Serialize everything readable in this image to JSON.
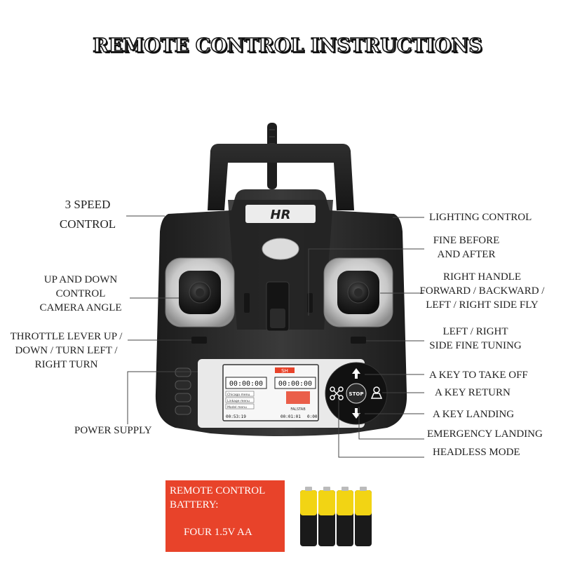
{
  "title": "REMOTE CONTROL INSTRUCTIONS",
  "brand": "HR",
  "labels": {
    "speed_control_line1": "3 SPEED",
    "speed_control_line2": "CONTROL",
    "up_down_line1": "UP AND DOWN",
    "up_down_line2": "CONTROL",
    "up_down_line3": "CAMERA ANGLE",
    "throttle_line1": "THROTTLE LEVER UP /",
    "throttle_line2": "DOWN / TURN LEFT /",
    "throttle_line3": "RIGHT TURN",
    "power_supply": "POWER SUPPLY",
    "lighting_control": "LIGHTING CONTROL",
    "fine_line1": "FINE BEFORE",
    "fine_line2": "AND AFTER",
    "right_handle_line1": "RIGHT HANDLE",
    "right_handle_line2": "FORWARD / BACKWARD /",
    "right_handle_line3": "LEFT / RIGHT SIDE FLY",
    "lr_fine_line1": "LEFT / RIGHT",
    "lr_fine_line2": "SIDE FINE TUNING",
    "take_off": "A KEY TO TAKE OFF",
    "key_return": "A KEY RETURN",
    "key_landing": "A KEY LANDING",
    "emergency_landing": "EMERGENCY LANDING",
    "headless_mode": "HEADLESS MODE"
  },
  "screen": {
    "timer1": "00:00:00",
    "timer2": "00:00:00",
    "menu1": "Chicago menu",
    "menu2": "Linkage menu",
    "menu3": "Model menu",
    "time_left": "00:53:19",
    "time_right": "00:01:01",
    "counter": "0:00",
    "mode": "FALSTAB",
    "badge": "SH",
    "stop_label": "STOP"
  },
  "battery": {
    "line1": "REMOTE CONTROL",
    "line2": "BATTERY:",
    "line3": "FOUR 1.5V AA"
  },
  "colors": {
    "accent_red": "#e8432a",
    "body_dark": "#2a2a2a",
    "battery_yellow": "#f2d414"
  }
}
